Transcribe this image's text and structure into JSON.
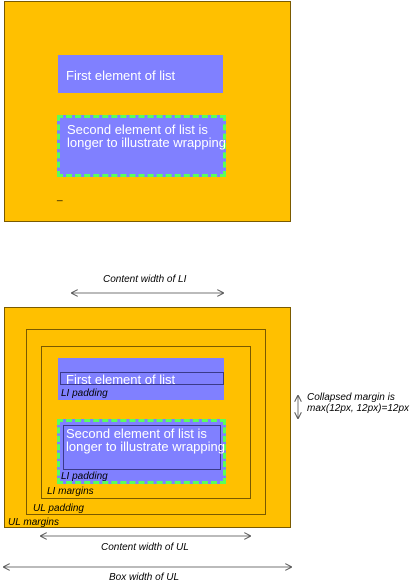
{
  "top": {
    "item1": "First element of list",
    "item2": "Second element of list is longer to illustrate wrapping",
    "dash": "_"
  },
  "bottom": {
    "item1": "First element of list",
    "item2": "Second element of list is longer to illustrate wrapping",
    "li_padding_1": "LI padding",
    "li_padding_2": "LI padding",
    "li_margins": "LI margins",
    "ul_padding": "UL padding",
    "ul_margins": "UL margins"
  },
  "annotations": {
    "content_width_li": "Content width of LI",
    "content_width_ul": "Content width of UL",
    "box_width_ul": "Box width of UL",
    "collapsed_margin_1": "Collapsed margin is",
    "collapsed_margin_2": "max(12px, 12px)=12px"
  },
  "colors": {
    "background_box": "#ffc000",
    "list_item": "#8080ff",
    "dashed_border": "#5aff5a"
  }
}
